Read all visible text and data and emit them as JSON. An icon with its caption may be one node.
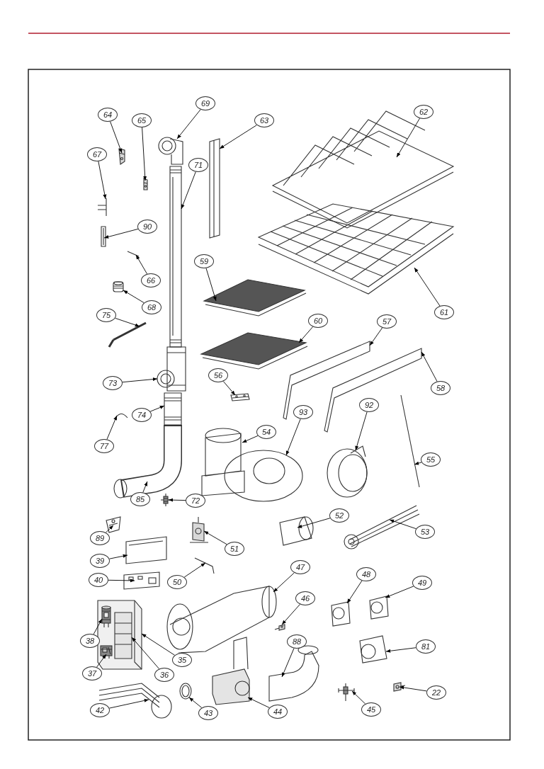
{
  "diagram": {
    "nodes": [
      {
        "text": [
          "64"
        ]
      },
      {
        "text": [
          "65"
        ]
      },
      {
        "text": [
          "69"
        ]
      },
      {
        "text": [
          "63"
        ]
      },
      {
        "text": [
          "62"
        ]
      },
      {
        "text": [
          "67"
        ]
      },
      {
        "text": [
          "71"
        ]
      },
      {
        "text": [
          "90"
        ]
      },
      {
        "text": [
          "66"
        ]
      },
      {
        "text": [
          "68"
        ]
      },
      {
        "text": [
          "59"
        ]
      },
      {
        "text": [
          "61"
        ]
      },
      {
        "text": [
          "75"
        ]
      },
      {
        "text": [
          "60"
        ]
      },
      {
        "text": [
          "57"
        ]
      },
      {
        "text": [
          "73"
        ]
      },
      {
        "text": [
          "56"
        ]
      },
      {
        "text": [
          "58"
        ]
      },
      {
        "text": [
          "93"
        ]
      },
      {
        "text": [
          "92"
        ]
      },
      {
        "text": [
          "77"
        ]
      },
      {
        "text": [
          "74"
        ]
      },
      {
        "text": [
          "54"
        ]
      },
      {
        "text": [
          "55"
        ]
      },
      {
        "text": [
          "85"
        ]
      },
      {
        "text": [
          "72"
        ]
      },
      {
        "text": [
          "89"
        ]
      },
      {
        "text": [
          "51"
        ]
      },
      {
        "text": [
          "52"
        ]
      },
      {
        "text": [
          "53"
        ]
      },
      {
        "text": [
          "39"
        ]
      },
      {
        "text": [
          "50"
        ]
      },
      {
        "text": [
          "47"
        ]
      },
      {
        "text": [
          "40"
        ]
      },
      {
        "text": [
          "48"
        ]
      },
      {
        "text": [
          "49"
        ]
      },
      {
        "text": [
          "46"
        ]
      },
      {
        "text": [
          "38"
        ]
      },
      {
        "text": [
          "35"
        ]
      },
      {
        "text": [
          "88"
        ]
      },
      {
        "text": [
          "81"
        ]
      },
      {
        "text": [
          "37"
        ]
      },
      {
        "text": [
          "36"
        ]
      },
      {
        "text": [
          "22"
        ]
      },
      {
        "text": [
          "42"
        ]
      },
      {
        "text": [
          "43"
        ]
      },
      {
        "text": [
          "44"
        ]
      },
      {
        "text": [
          "45"
        ]
      },
      {
        "text": [],
        "shape": "picture"
      },
      {
        "text": [],
        "shape": "picture"
      },
      {
        "text": [],
        "shape": "picture"
      },
      {
        "text": [],
        "shape": "picture"
      },
      {
        "text": [],
        "shape": "picture"
      },
      {
        "text": [],
        "shape": "picture"
      },
      {
        "text": [],
        "shape": "picture"
      },
      {
        "text": [],
        "shape": "picture"
      },
      {
        "text": [],
        "shape": "picture"
      },
      {
        "text": [],
        "shape": "picture"
      },
      {
        "text": [],
        "shape": "picture"
      },
      {
        "text": [],
        "shape": "picture"
      },
      {
        "text": [],
        "shape": "picture"
      },
      {
        "text": [],
        "shape": "picture"
      },
      {
        "text": [],
        "shape": "picture"
      },
      {
        "text": [],
        "shape": "picture"
      },
      {
        "text": [],
        "shape": "picture"
      },
      {
        "text": [],
        "shape": "picture"
      },
      {
        "text": [],
        "shape": "picture"
      },
      {
        "text": [],
        "shape": "picture"
      },
      {
        "text": [],
        "shape": "picture"
      },
      {
        "text": [],
        "shape": "picture"
      },
      {
        "text": [],
        "shape": "picture"
      },
      {
        "text": [],
        "shape": "picture"
      },
      {
        "text": [],
        "shape": "picture"
      },
      {
        "text": [],
        "shape": "picture"
      },
      {
        "text": [],
        "shape": "picture"
      },
      {
        "text": [],
        "shape": "picture"
      },
      {
        "text": [],
        "shape": "picture"
      },
      {
        "text": [],
        "shape": "picture"
      },
      {
        "text": [],
        "shape": "picture"
      },
      {
        "text": [],
        "shape": "picture"
      },
      {
        "text": [],
        "shape": "picture"
      },
      {
        "text": [],
        "shape": "picture"
      },
      {
        "text": [],
        "shape": "picture"
      },
      {
        "text": [],
        "shape": "picture"
      },
      {
        "text": [],
        "shape": "picture"
      },
      {
        "text": [],
        "shape": "picture"
      },
      {
        "text": [],
        "shape": "picture",
        "in": 85
      },
      {
        "text": [],
        "shape": "picture"
      },
      {
        "text": [],
        "shape": "picture"
      },
      {
        "text": [],
        "shape": "picture",
        "in": 85
      },
      {
        "text": [],
        "shape": "picture",
        "in": 85
      },
      {
        "text": [],
        "shape": "picture"
      },
      {
        "text": [],
        "shape": "picture"
      },
      {
        "text": [],
        "shape": "picture"
      },
      {
        "text": [],
        "shape": "picture"
      },
      {
        "text": [],
        "shape": "picture"
      }
    ],
    "edges": [
      {
        "from": 0,
        "to": 48,
        "arrow": "to"
      },
      {
        "from": 1,
        "to": 49,
        "arrow": "to"
      },
      {
        "from": 2,
        "to": 50,
        "arrow": "to"
      },
      {
        "from": 3,
        "to": 51,
        "arrow": "to"
      },
      {
        "from": 4,
        "to": 52,
        "arrow": "to"
      },
      {
        "from": 5,
        "to": 53,
        "arrow": "to"
      },
      {
        "from": 6,
        "to": 54,
        "arrow": "to"
      },
      {
        "from": 7,
        "to": 55,
        "arrow": "to"
      },
      {
        "from": 8,
        "to": 56,
        "arrow": "to"
      },
      {
        "from": 9,
        "to": 57,
        "arrow": "to"
      },
      {
        "from": 10,
        "to": 58,
        "arrow": "to"
      },
      {
        "from": 11,
        "to": 59,
        "arrow": "to"
      },
      {
        "from": 12,
        "to": 60,
        "arrow": "to"
      },
      {
        "from": 13,
        "to": 61,
        "arrow": "to"
      },
      {
        "from": 14,
        "to": 62,
        "arrow": "to"
      },
      {
        "from": 15,
        "to": 63,
        "arrow": "to"
      },
      {
        "from": 16,
        "to": 64,
        "arrow": "to"
      },
      {
        "from": 17,
        "to": 65,
        "arrow": "to"
      },
      {
        "from": 18,
        "to": 66,
        "arrow": "to"
      },
      {
        "from": 19,
        "to": 67,
        "arrow": "to"
      },
      {
        "from": 20,
        "to": 68,
        "arrow": "to"
      },
      {
        "from": 21,
        "to": 69,
        "arrow": "to"
      },
      {
        "from": 22,
        "to": 70,
        "arrow": "to"
      },
      {
        "from": 23,
        "to": 71,
        "arrow": "to"
      },
      {
        "from": 24,
        "to": 72,
        "arrow": "to"
      },
      {
        "from": 25,
        "to": 73,
        "arrow": "to"
      },
      {
        "from": 26,
        "to": 74,
        "arrow": "to"
      },
      {
        "from": 27,
        "to": 75,
        "arrow": "to"
      },
      {
        "from": 28,
        "to": 76,
        "arrow": "to"
      },
      {
        "from": 29,
        "to": 77,
        "arrow": "to"
      },
      {
        "from": 30,
        "to": 78,
        "arrow": "to"
      },
      {
        "from": 31,
        "to": 79,
        "arrow": "to"
      },
      {
        "from": 32,
        "to": 80,
        "arrow": "to"
      },
      {
        "from": 33,
        "to": 81,
        "arrow": "to"
      },
      {
        "from": 34,
        "to": 82,
        "arrow": "to"
      },
      {
        "from": 35,
        "to": 83,
        "arrow": "to"
      },
      {
        "from": 36,
        "to": 84,
        "arrow": "to"
      },
      {
        "from": 37,
        "to": 86,
        "arrow": "to"
      },
      {
        "from": 38,
        "to": 85,
        "arrow": "to"
      },
      {
        "from": 39,
        "to": 87,
        "arrow": "to"
      },
      {
        "from": 40,
        "to": 88,
        "arrow": "to"
      },
      {
        "from": 41,
        "to": 89,
        "arrow": "to"
      },
      {
        "from": 42,
        "to": 90,
        "arrow": "to"
      },
      {
        "from": 43,
        "to": 91,
        "arrow": "to"
      },
      {
        "from": 44,
        "to": 92,
        "arrow": "to"
      },
      {
        "from": 45,
        "to": 93,
        "arrow": "to"
      },
      {
        "from": 46,
        "to": 94,
        "arrow": "to"
      },
      {
        "from": 47,
        "to": 95,
        "arrow": "to"
      }
    ]
  }
}
